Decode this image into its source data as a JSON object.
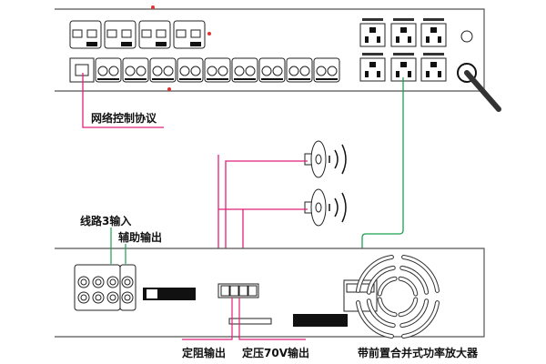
{
  "labels": {
    "network_control": "网络控制协议",
    "line3_input": "线路3输入",
    "aux_output": "辅助输出",
    "const_impedance_output": "定阻输出",
    "const_voltage_output": "定压70V输出",
    "amplifier": "带前置合并式功率放大器"
  },
  "colors": {
    "signal_wire": "#e0207a",
    "power_wire": "#1aa050",
    "device_outline": "#555555"
  }
}
